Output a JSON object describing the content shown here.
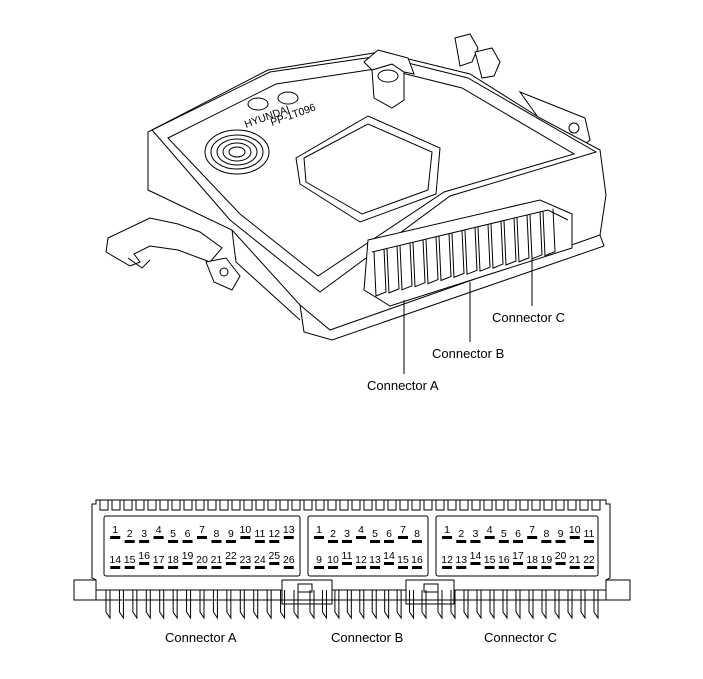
{
  "labels": {
    "top_a": "Connector A",
    "top_b": "Connector B",
    "top_c": "Connector C",
    "bottom_a": "Connector A",
    "bottom_b": "Connector B",
    "bottom_c": "Connector C"
  },
  "module": {
    "brand_text": "HYUNDAI",
    "part_text": "PP-1T096"
  },
  "connectors": [
    {
      "id": "A",
      "row1": [
        "1",
        "2",
        "3",
        "4",
        "5",
        "6",
        "7",
        "8",
        "9",
        "10",
        "11",
        "12",
        "13"
      ],
      "row2": [
        "14",
        "15",
        "16",
        "17",
        "18",
        "19",
        "20",
        "21",
        "22",
        "23",
        "24",
        "25",
        "26"
      ]
    },
    {
      "id": "B",
      "row1": [
        "1",
        "2",
        "3",
        "4",
        "5",
        "6",
        "7",
        "8"
      ],
      "row2": [
        "9",
        "10",
        "11",
        "12",
        "13",
        "14",
        "15",
        "16"
      ]
    },
    {
      "id": "C",
      "row1": [
        "1",
        "2",
        "3",
        "4",
        "5",
        "6",
        "7",
        "8",
        "9",
        "10",
        "11"
      ],
      "row2": [
        "12",
        "13",
        "14",
        "15",
        "16",
        "17",
        "18",
        "19",
        "20",
        "21",
        "22"
      ]
    }
  ]
}
